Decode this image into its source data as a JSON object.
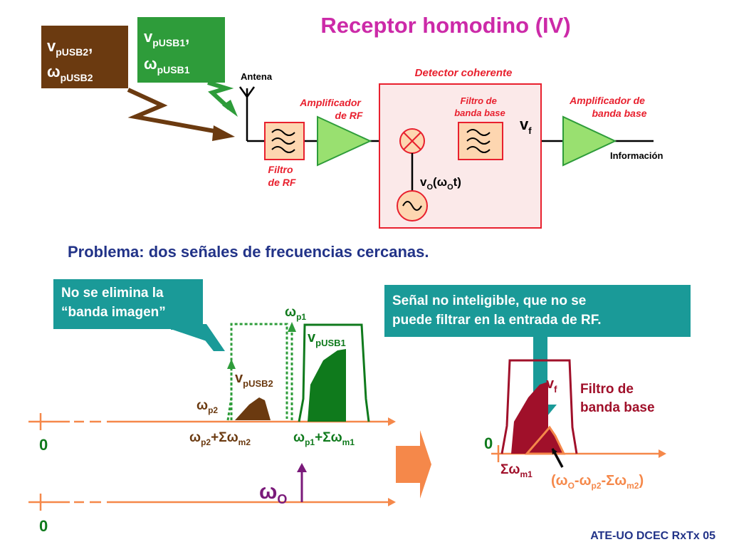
{
  "title": "Receptor homodino (IV)",
  "footer": "ATE-UO DCEC RxTx 05",
  "problem": "Problema: dos señales de frecuencias cercanas.",
  "colors": {
    "title": "#cc2aa8",
    "red": "#e8202e",
    "green": "#2e9c3a",
    "darkgreen": "#0f7a1c",
    "brown": "#6b3a10",
    "teal": "#1a9a98",
    "navy": "#223388",
    "maroon": "#a0102a",
    "orange": "#f5884a",
    "purple": "#7a1a7a",
    "lightgreen": "#99e070"
  },
  "block_diagram": {
    "antenna": "Antena",
    "rf_filter": [
      "Filtro",
      "de RF"
    ],
    "rf_amp": [
      "Amplificador",
      "de RF"
    ],
    "coherent_detector": "Detector coherente",
    "baseband_filter": [
      "Filtro de",
      "banda base"
    ],
    "baseband_amp": [
      "Amplificador de",
      "banda base"
    ],
    "output": "Información",
    "vf": {
      "main": "v",
      "sub": "f"
    },
    "oscillator": {
      "v": "v",
      "o_sub": "O",
      "open": "(",
      "omega": "ω",
      "o_sub2": "O",
      "tail": "t)"
    }
  },
  "box_usb2": {
    "v": "v",
    "v_sub": "pUSB2",
    "comma": ",",
    "w": "ω",
    "w_sub": "pUSB2"
  },
  "box_usb1": {
    "v": "v",
    "v_sub": "pUSB1",
    "comma": ",",
    "w": "ω",
    "w_sub": "pUSB1"
  },
  "callout_left": [
    "No se elimina la",
    "“banda imagen”"
  ],
  "callout_right": [
    "Señal no inteligible, que no se",
    "puede filtrar en la entrada de RF."
  ],
  "spectrum_top": {
    "zero": "0",
    "wp1": {
      "w": "ω",
      "sub": "p1"
    },
    "wp2": {
      "w": "ω",
      "sub": "p2"
    },
    "vpusb1": {
      "v": "v",
      "sub": "pUSB1"
    },
    "vpusb2": {
      "v": "v",
      "sub": "pUSB2"
    },
    "sum2": {
      "w": "ω",
      "sub1": "p2",
      "plus": "+",
      "sig": "Σ",
      "w2": "ω",
      "sub2": "m2"
    },
    "sum1": {
      "w": "ω",
      "sub1": "p1",
      "plus": "+",
      "sig": "Σ",
      "w2": "ω",
      "sub2": "m1"
    }
  },
  "spectrum_bottom": {
    "zero": "0",
    "wo": {
      "w": "ω",
      "sub": "O"
    }
  },
  "spectrum_right": {
    "zero": "0",
    "vf": {
      "v": "v",
      "sub": "f"
    },
    "filter_label": [
      "Filtro de",
      "banda base"
    ],
    "sum_m1": {
      "sig": "Σ",
      "w": "ω",
      "sub": "m1"
    },
    "diff": {
      "open": "(",
      "w": "ω",
      "s1": "O",
      "m": "-",
      "w2": "ω",
      "s2": "p2",
      "m2": "-",
      "sig": "Σ",
      "w3": "ω",
      "s3": "m2",
      "close": ")"
    }
  }
}
